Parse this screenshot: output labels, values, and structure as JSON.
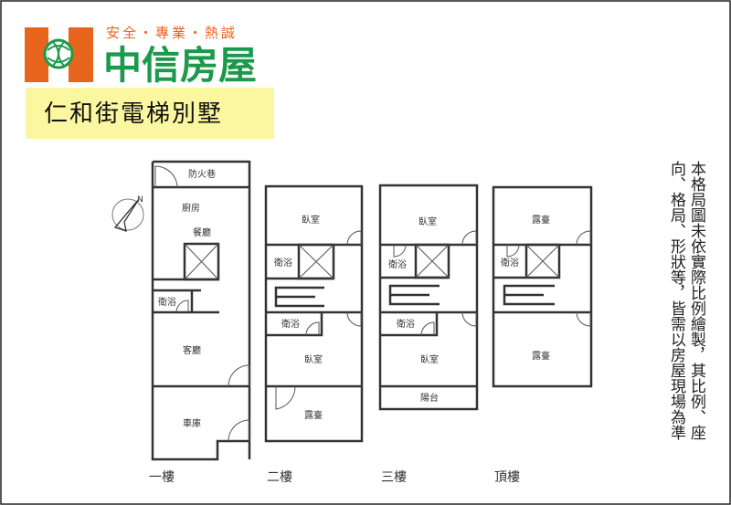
{
  "brand": {
    "slogan": "安全・專業・熱誠",
    "name": "中信房屋",
    "colors": {
      "orange": "#e8651e",
      "green": "#1a9a4a",
      "yellow": "#fbf7a0"
    }
  },
  "listing_title": "仁和街電梯別墅",
  "compass": {
    "label": "N"
  },
  "floors": [
    {
      "label": "一樓",
      "rooms": [
        "防火巷",
        "廚房",
        "餐廳",
        "衛浴",
        "客廳",
        "車庫"
      ]
    },
    {
      "label": "二樓",
      "rooms": [
        "臥室",
        "衛浴",
        "衛浴",
        "臥室",
        "露臺"
      ]
    },
    {
      "label": "三樓",
      "rooms": [
        "臥室",
        "衛浴",
        "衛浴",
        "臥室",
        "陽台"
      ]
    },
    {
      "label": "頂樓",
      "rooms": [
        "露臺",
        "衛浴",
        "露臺"
      ]
    }
  ],
  "disclaimer": {
    "col1": "本格局圖未依實際比例繪製，其比例、座",
    "col2": "向、格局、形狀等，皆需以房屋現場為準"
  }
}
